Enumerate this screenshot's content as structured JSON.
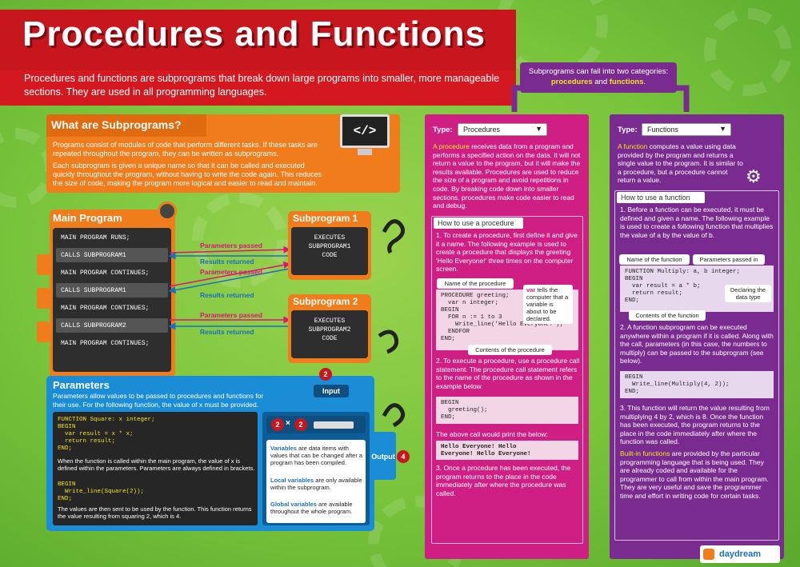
{
  "header": {
    "title": "Procedures and Functions",
    "intro": "Procedures and functions are subprograms that break down large programs into smaller, more manageable sections. They are used in all programming languages."
  },
  "subprograms": {
    "title": "What are Subprograms?",
    "p1": "Programs consist of modules of code that perform different tasks. If these tasks are repeated throughout the program, they can be written as subprograms.",
    "p2": "Each subprogram is given a unique name so that it can be called and executed quickly throughout the program, without having to write the code again. This reduces the size of code, making the program more logical and easier to read and maintain.",
    "monitor_icon": "</>"
  },
  "main_program": {
    "title": "Main Program",
    "rows": [
      "MAIN PROGRAM RUNS;",
      "CALLS SUBPROGRAM1",
      "MAIN PROGRAM CONTINUES;",
      "CALLS SUBPROGRAM1",
      "MAIN PROGRAM CONTINUES;",
      "CALLS SUBPROGRAM2",
      "MAIN PROGRAM CONTINUES;"
    ]
  },
  "arrows": {
    "params": "Parameters passed",
    "results": "Results returned"
  },
  "subprogram1": {
    "title": "Subprogram 1",
    "code": [
      "EXECUTES",
      "SUBPROGRAM1",
      "CODE"
    ]
  },
  "subprogram2": {
    "title": "Subprogram 2",
    "code": [
      "EXECUTES",
      "SUBPROGRAM2",
      "CODE"
    ]
  },
  "parameters": {
    "title": "Parameters",
    "desc": "Parameters allow values to be passed to procedures and functions for their use. For the following function, the value of x must be provided.",
    "code1": "FUNCTION Square: x integer;\nBEGIN\n  var result = x * x;\n  return result;\nEND;",
    "text1": "When the function is called within the main program, the value of x is defined within the parameters. Parameters are always defined in brackets.",
    "code2": "BEGIN\n  Write_line(Square(2));\nEND;",
    "text2": "The values are then sent to be used by the function. This function returns the value resulting from squaring 2, which is 4.",
    "input_label": "Input",
    "output_label": "Output",
    "input_value": "2",
    "mult_a": "2",
    "mult_op": "×",
    "mult_b": "2",
    "output_value": "4",
    "vars_b1": "Variables",
    "vars_t1": " are data items with values that can be changed after a program has been compiled.",
    "vars_b2": "Local variables",
    "vars_t2": " are only available within the subprogram.",
    "vars_b3": "Global variables",
    "vars_t3": " are available throughout the whole program."
  },
  "categories": {
    "line1": "Subprograms can fall into two categories:",
    "w1": "procedures",
    "and": " and ",
    "w2": "functions",
    "dot": "."
  },
  "procedure": {
    "type_label": "Type:",
    "type_value": "Procedures",
    "intro_hl": "A procedure",
    "intro": " receives data from a program and performs a specified action on the data. It will not return a value to the program, but it will make the results available. Procedures are used to reduce the size of a program and avoid repetitions in code. By breaking code down into smaller sections, procedures make code easier to read and debug.",
    "how_title": "How to use a procedure",
    "step1": "1. To create a procedure, first define it and give it a name. The following example is used to create a procedure that displays the greeting 'Hello Everyone!' three times on the computer screen.",
    "name_callout": "Name of the procedure",
    "code": "PROCEDURE greeting;\n  var n integer;\nBEGIN\n  FOR n := 1 to 3\n    Write_line('Hello Everyone!');\n  ENDFOR\nEND;",
    "var_callout_hl": "var",
    "var_callout": " tells the computer that a variable is about to be declared.",
    "contents_callout": "Contents of the procedure",
    "step2": "2. To execute a procedure, use a procedure call statement. The procedure call statement refers to the name of the procedure as shown in the example below.",
    "code2": "BEGIN\n  greeting();\nEND;",
    "print_label": "The above call would print the below:",
    "output": "Hello Everyone! Hello\nEveryone! Hello Everyone!",
    "step3": "3. Once a procedure has been executed, the program returns to the place in the code immediately after where the procedure was called."
  },
  "function": {
    "type_label": "Type:",
    "type_value": "Functions",
    "intro_hl": "A function",
    "intro": " computes a value using data provided by the program and returns a single value to the program. It is similar to a procedure, but a procedure cannot return a value.",
    "how_title": "How to use a function",
    "step1": "1. Before a function can be executed, it must be defined and given a name. The following example is used to create a following function that multiplies the value of a by the value of b.",
    "name_callout": "Name of the function",
    "params_callout": "Parameters passed in",
    "code": "FUNCTION Multiply: a, b integer;\nBEGIN\n  var result = a * b;\n  return result;\nEND;",
    "type_callout": "Declaring the data type",
    "contents_callout": "Contents of the function",
    "step2": "2. A function subprogram can be executed anywhere within a program if it is called. Along with the call, parameters (in this case, the numbers to multiply) can be passed to the subprogram (see below).",
    "code2": "BEGIN\n  Write_line(Multiply(4, 2));\nEND;",
    "step3": "3. This function will return the value resulting from multiplying 4 by 2, which is 8. Once the function has been executed, the program returns to the place in the code immediately after where the function was called.",
    "builtin_hl": "Built-in functions",
    "builtin": " are provided by the particular programming language that is being used. They are already coded and available for the programmer to call from within the main program. They are very useful and save the programmer time and effort in writing code for certain tasks."
  },
  "logo": {
    "name": "daydream"
  },
  "colors": {
    "red": "#c8161e",
    "orange": "#f07c1b",
    "blue": "#1a8dd6",
    "magenta": "#cf1f84",
    "purple": "#7a2b90",
    "yellow": "#f5e31e"
  }
}
